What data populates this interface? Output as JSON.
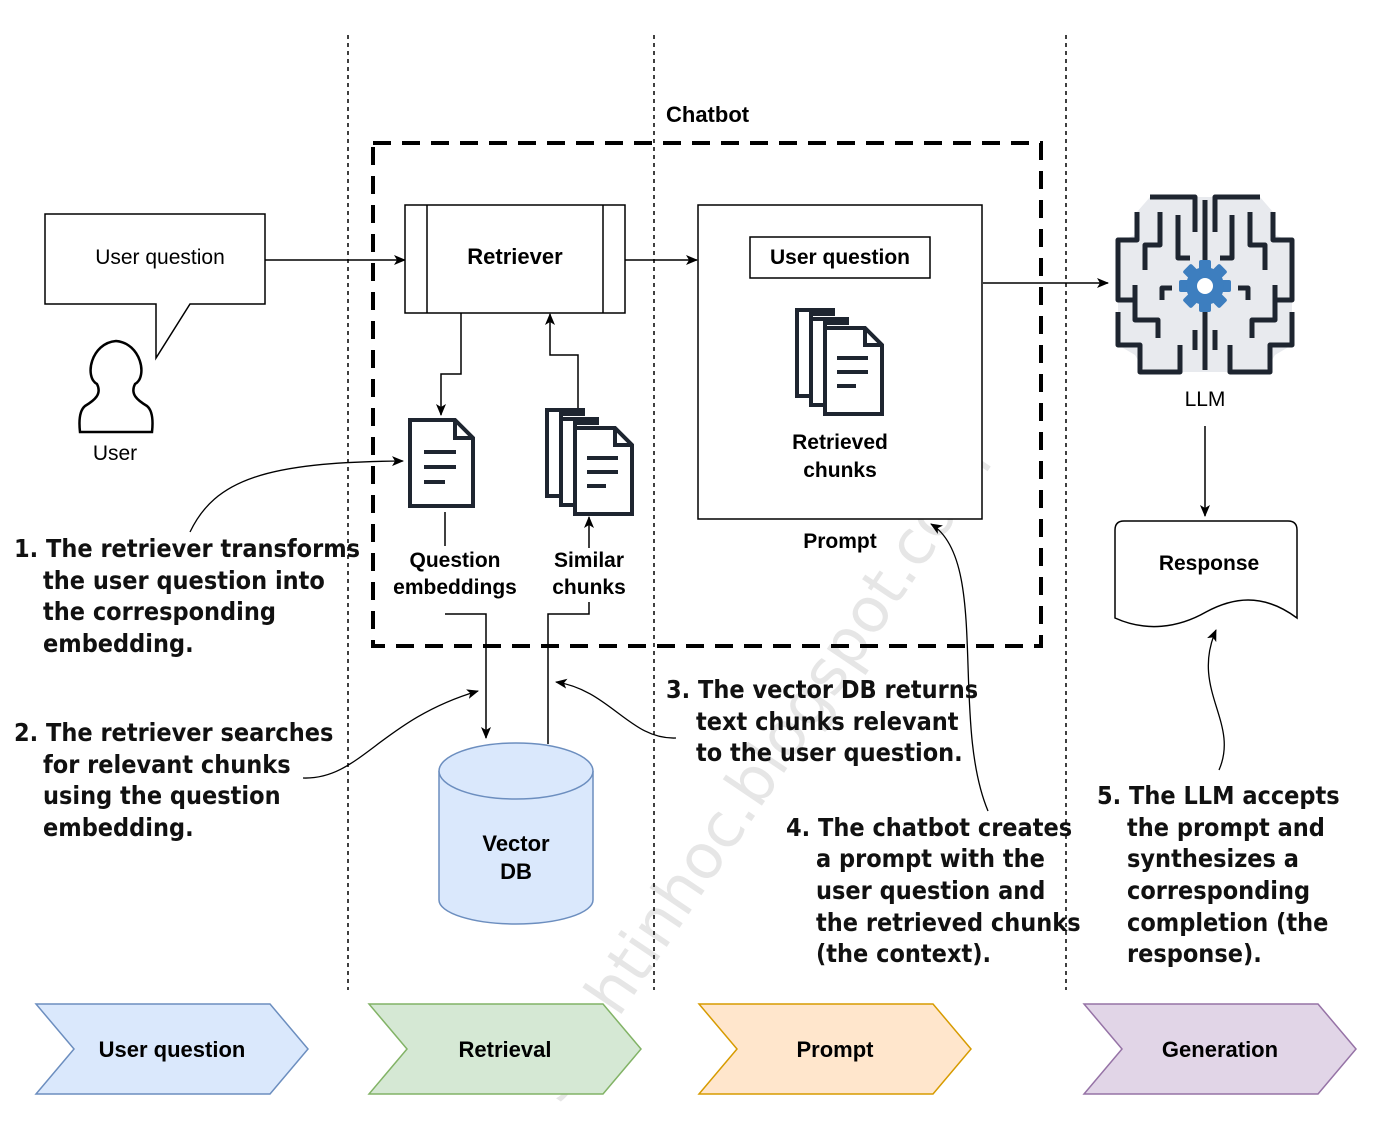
{
  "labels": {
    "chatbot": "Chatbot",
    "user_question_bubble": "User question",
    "user": "User",
    "retriever": "Retriever",
    "prompt_user_question": "User question",
    "retrieved_chunks_line1": "Retrieved",
    "retrieved_chunks_line2": "chunks",
    "prompt": "Prompt",
    "llm": "LLM",
    "response": "Response",
    "question_embeddings_line1": "Question",
    "question_embeddings_line2": "embeddings",
    "similar_chunks_line1": "Similar",
    "similar_chunks_line2": "chunks",
    "vector_db_line1": "Vector",
    "vector_db_line2": "DB"
  },
  "notes": {
    "step1": [
      "1. The retriever transforms",
      "the user question into",
      "the corresponding",
      "embedding."
    ],
    "step2": [
      "2. The retriever searches",
      "for relevant chunks",
      "using the question",
      "embedding."
    ],
    "step3": [
      "3. The vector DB returns",
      "text chunks relevant",
      "to the user question."
    ],
    "step4": [
      "4. The chatbot creates",
      "a prompt with the",
      "user question and",
      "the retrieved chunks",
      "(the context)."
    ],
    "step5": [
      "5. The LLM accepts",
      "the prompt and",
      "synthesizes a",
      "corresponding",
      "completion (the",
      "response)."
    ]
  },
  "stages": [
    {
      "label": "User question",
      "fill": "#dae8fc",
      "stroke": "#6c8ebf"
    },
    {
      "label": "Retrieval",
      "fill": "#d5e8d4",
      "stroke": "#82b366"
    },
    {
      "label": "Prompt",
      "fill": "#ffe6cc",
      "stroke": "#d79b00"
    },
    {
      "label": "Generation",
      "fill": "#e1d5e7",
      "stroke": "#9673a6"
    }
  ],
  "colors": {
    "vector_db_fill": "#dae8fc",
    "vector_db_stroke": "#6c8ebf",
    "gear": "#3d7ebf",
    "brain_fill": "#e8eaee"
  },
  "watermark": "sachtinhoc.blogspot.com",
  "icons": [
    "user-icon",
    "document-icon",
    "documents-stack-icon",
    "brain-icon",
    "gear-icon"
  ]
}
